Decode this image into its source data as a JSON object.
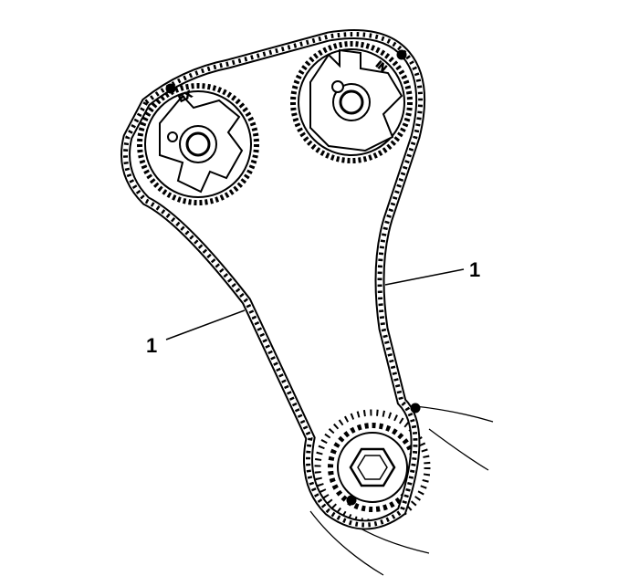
{
  "diagram": {
    "sprockets": {
      "exhaust_label": "EX",
      "intake_label": "IN"
    },
    "callouts": [
      {
        "label": "1"
      },
      {
        "label": "1"
      }
    ],
    "colors": {
      "line": "#000000",
      "background": "#ffffff"
    }
  }
}
